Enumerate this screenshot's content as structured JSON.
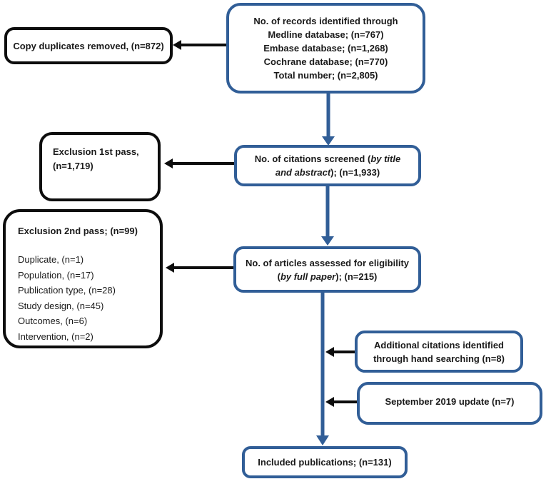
{
  "colors": {
    "blue": "#315e97",
    "black": "#0d0d0d",
    "text": "#1a1a1a",
    "background": "#ffffff"
  },
  "boxes": {
    "records": {
      "lines": [
        "No. of records identified through",
        "Medline database; (n=767)",
        "Embase database; (n=1,268)",
        "Cochrane database; (n=770)",
        "Total number; (n=2,805)"
      ]
    },
    "duplicates": {
      "label": "Copy duplicates removed, (n=872)"
    },
    "exclusion_first": {
      "line1": "Exclusion 1st pass,",
      "line2": "(n=1,719)"
    },
    "screened": {
      "pre": "No. of citations screened (",
      "italic": "by title and abstract",
      "post": "); (n=1,933)"
    },
    "exclusion_second": {
      "title": "Exclusion 2nd pass; (n=99)",
      "items": [
        "Duplicate, (n=1)",
        "Population, (n=17)",
        "Publication type, (n=28)",
        "Study design, (n=45)",
        "Outcomes, (n=6)",
        "Intervention, (n=2)"
      ]
    },
    "eligibility": {
      "pre": "No. of articles assessed for eligibility (",
      "italic": "by full paper",
      "post": "); (n=215)"
    },
    "additional": {
      "line1": "Additional citations identified",
      "line2": "through hand searching (n=8)"
    },
    "september": {
      "label": "September 2019 update (n=7)"
    },
    "included": {
      "label": "Included publications; (n=131)"
    }
  }
}
